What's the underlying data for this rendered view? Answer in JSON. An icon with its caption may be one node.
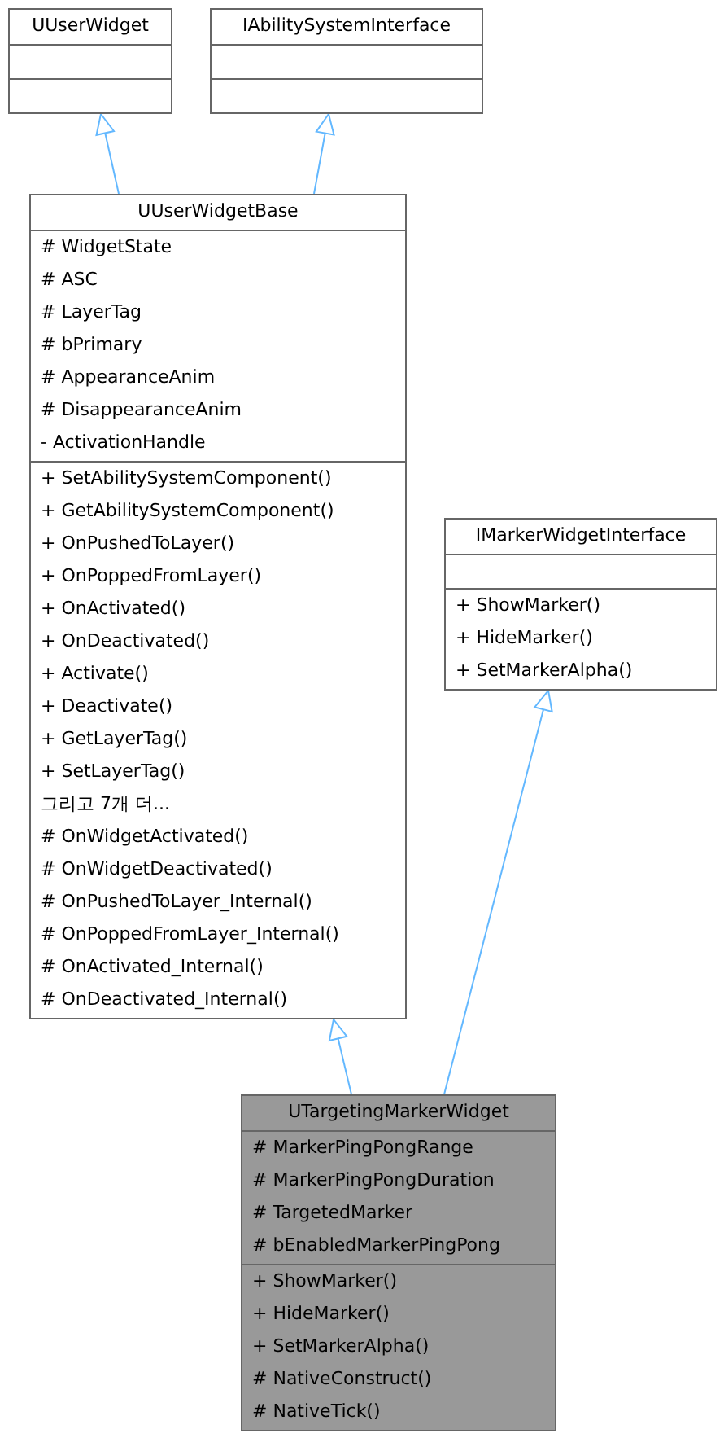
{
  "diagram": {
    "nodes": [
      {
        "text": [
          "UUserWidget"
        ]
      },
      {
        "text": [
          "IAbilitySystemInterface"
        ]
      },
      {
        "text": [
          "UUserWidgetBase",
          "# WidgetState",
          "# ASC",
          "# LayerTag",
          "# bPrimary",
          "# AppearanceAnim",
          "# DisappearanceAnim",
          "- ActivationHandle",
          "+ SetAbilitySystemComponent()",
          "+ GetAbilitySystemComponent()",
          "+ OnPushedToLayer()",
          "+ OnPoppedFromLayer()",
          "+ OnActivated()",
          "+ OnDeactivated()",
          "+ Activate()",
          "+ Deactivate()",
          "+ GetLayerTag()",
          "+ SetLayerTag()",
          "그리고 7개 더...",
          "# OnWidgetActivated()",
          "# OnWidgetDeactivated()",
          "# OnPushedToLayer_Internal()",
          "# OnPoppedFromLayer_Internal()",
          "# OnActivated_Internal()",
          "# OnDeactivated_Internal()"
        ]
      },
      {
        "text": [
          "IMarkerWidgetInterface",
          "+ ShowMarker()",
          "+ HideMarker()",
          "+ SetMarkerAlpha()"
        ]
      },
      {
        "text": [
          "UTargetingMarkerWidget",
          "# MarkerPingPongRange",
          "# MarkerPingPongDuration",
          "# TargetedMarker",
          "# bEnabledMarkerPingPong",
          "+ ShowMarker()",
          "+ HideMarker()",
          "+ SetMarkerAlpha()",
          "# NativeConstruct()",
          "# NativeTick()"
        ]
      }
    ],
    "edges": [
      {
        "from": 2,
        "to": 0,
        "arrow": "to"
      },
      {
        "from": 2,
        "to": 1,
        "arrow": "to"
      },
      {
        "from": 4,
        "to": 2,
        "arrow": "to"
      },
      {
        "from": 4,
        "to": 3,
        "arrow": "to"
      }
    ]
  }
}
